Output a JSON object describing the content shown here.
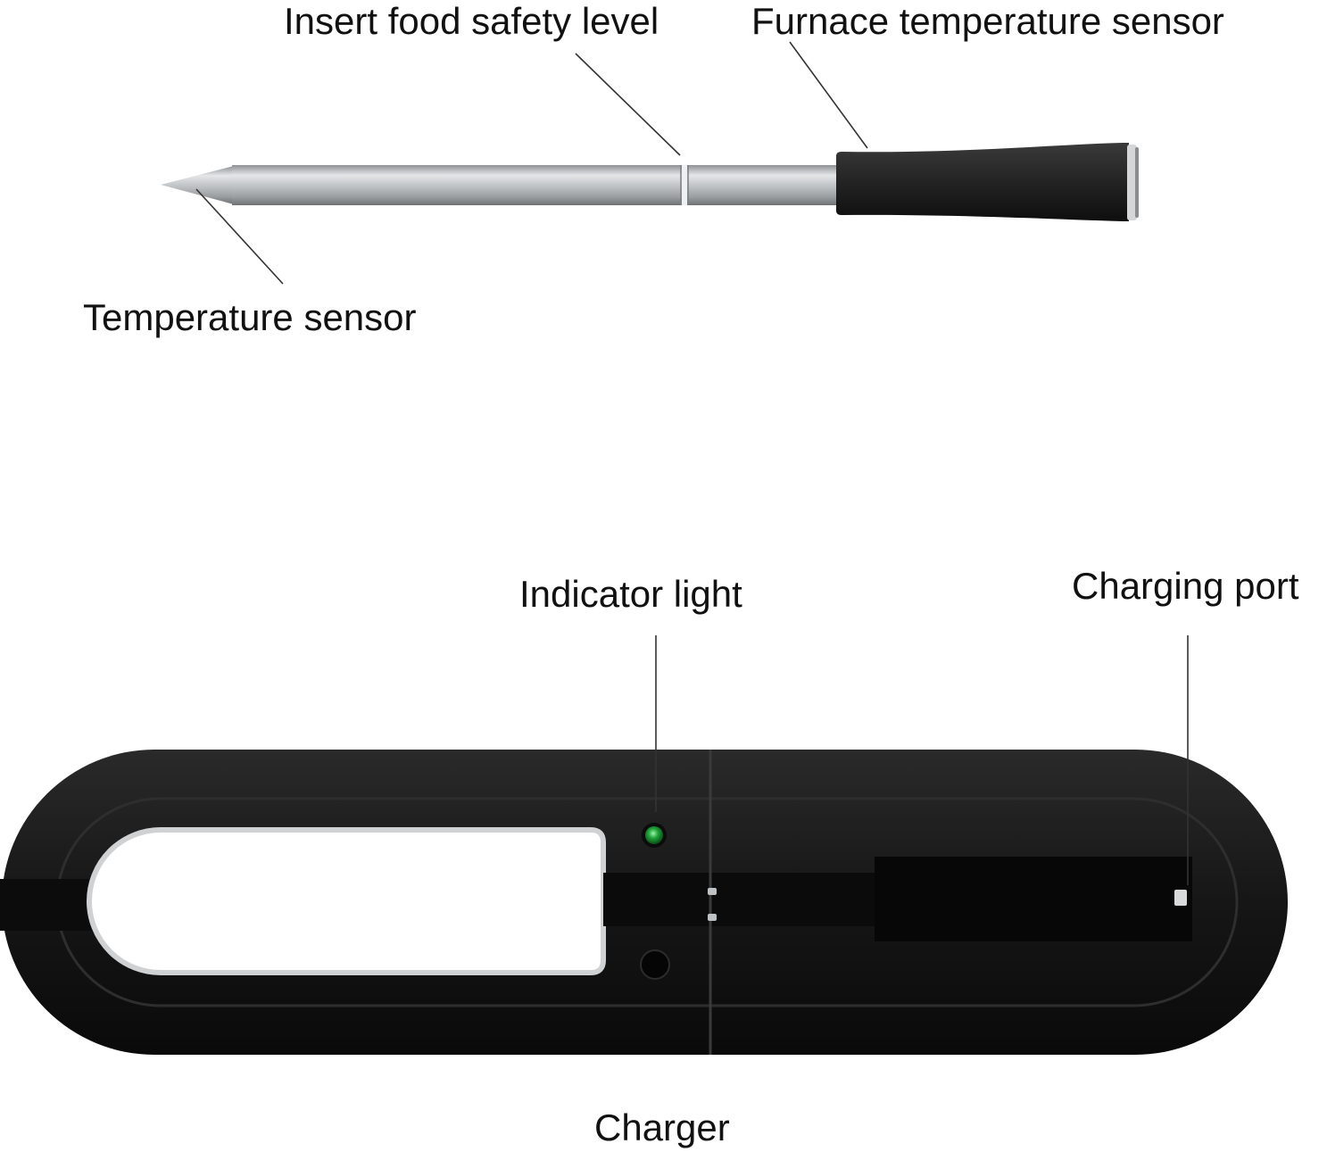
{
  "labels": {
    "insert_food_safety_level": "Insert food safety level",
    "furnace_temperature_sensor": "Furnace temperature sensor",
    "temperature_sensor": "Temperature sensor",
    "indicator_light": "Indicator light",
    "charging_port": "Charging port",
    "charger": "Charger"
  },
  "colors": {
    "background": "#ffffff",
    "text": "#111111",
    "leader_line": "#333333",
    "probe_steel": "#b9bcbf",
    "probe_handle": "#1e1e1e",
    "charger_body": "#141414",
    "indicator_green": "#1fa33a"
  }
}
